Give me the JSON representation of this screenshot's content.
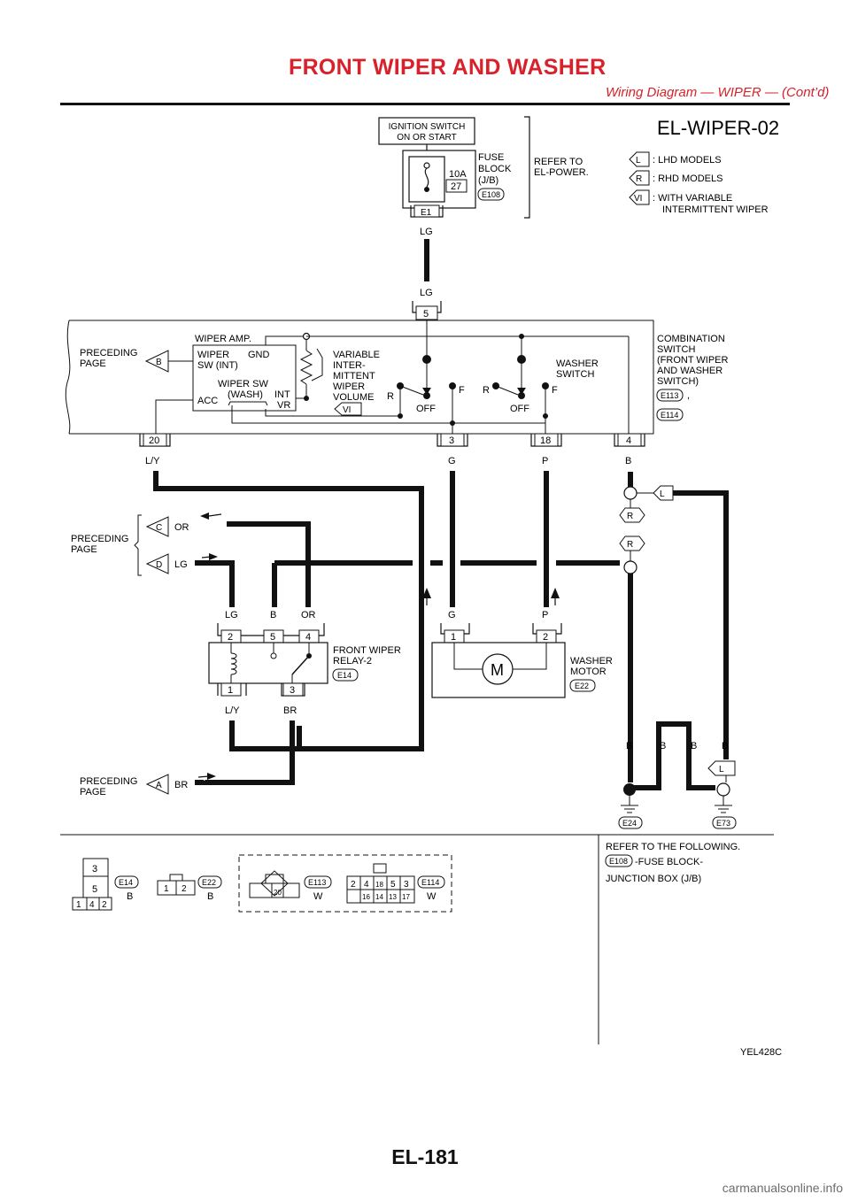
{
  "header": {
    "title": "FRONT WIPER AND WASHER",
    "subtitle": "Wiring Diagram — WIPER — (Cont’d)"
  },
  "page_number": "EL-181",
  "watermark": "carmanualsonline.info",
  "diagram": {
    "code": "EL-WIPER-02",
    "figure_id": "YEL428C",
    "legend": [
      {
        "badge": "L",
        "text": ": LHD MODELS"
      },
      {
        "badge": "R",
        "text": ": RHD MODELS"
      },
      {
        "badge": "VI",
        "text": ": WITH VARIABLE",
        "text2": "INTERMITTENT WIPER"
      }
    ],
    "ignition": {
      "line1": "IGNITION SWITCH",
      "line2": "ON OR START"
    },
    "fuse": {
      "rating": "10A",
      "number": "27",
      "label1": "FUSE",
      "label2": "BLOCK",
      "label3": "(J/B)",
      "conn": "E108",
      "terminal": "E1"
    },
    "refer_power": {
      "line1": "REFER TO",
      "line2": "EL-POWER."
    },
    "combination_switch": {
      "label1": "COMBINATION",
      "label2": "SWITCH",
      "label3": "(FRONT WIPER",
      "label4": "AND WASHER",
      "label5": "SWITCH)",
      "conn1": "E113",
      "conn2": "E114",
      "comma": ",",
      "wiper_amp": "WIPER AMP.",
      "wiper_sw_int1": "WIPER",
      "wiper_sw_int2": "SW (INT)",
      "gnd": "GND",
      "wiper_sw_wash1": "WIPER SW",
      "wiper_sw_wash2": "(WASH)",
      "int": "INT",
      "vr": "VR",
      "acc": "ACC",
      "vr_label1": "VARIABLE",
      "vr_label2": "INTER-",
      "vr_label3": "MITTENT",
      "vr_label4": "WIPER",
      "vr_label5": "VOLUME",
      "vi_badge": "VI",
      "washer_switch1": "WASHER",
      "washer_switch2": "SWITCH",
      "r": "R",
      "off": "OFF",
      "f": "F"
    },
    "terminals": {
      "t5": "5",
      "t20": "20",
      "t3": "3",
      "t18": "18",
      "t4": "4"
    },
    "wires": {
      "lg": "LG",
      "ly": "L/Y",
      "g": "G",
      "p": "P",
      "b": "B",
      "or": "OR",
      "br": "BR"
    },
    "preceding": {
      "line1": "PRECEDING",
      "line2": "PAGE",
      "b": "B",
      "c": "C",
      "d": "D",
      "a": "A"
    },
    "relay": {
      "label1": "FRONT WIPER",
      "label2": "RELAY-2",
      "conn": "E14",
      "t2": "2",
      "t5": "5",
      "t4": "4",
      "t1": "1",
      "t3": "3"
    },
    "washer_motor": {
      "label1": "WASHER",
      "label2": "MOTOR",
      "conn": "E22",
      "m": "M",
      "t1": "1",
      "t2": "2"
    },
    "grounds": {
      "g1": "E24",
      "g2": "E73"
    },
    "badges": {
      "l": "L",
      "r": "R"
    },
    "connectors": {
      "e14": {
        "id": "E14",
        "color": "B",
        "p3": "3",
        "p5": "5",
        "p1": "1",
        "p4": "4",
        "p2": "2"
      },
      "e22": {
        "id": "E22",
        "color": "B",
        "p1": "1",
        "p2": "2"
      },
      "e113": {
        "id": "E113",
        "color": "W",
        "p20": "20"
      },
      "e114": {
        "id": "E114",
        "color": "W",
        "pins_top": [
          "2",
          "4",
          "18",
          "5",
          "3"
        ],
        "pins_bottom": [
          "16",
          "14",
          "13",
          "17"
        ]
      }
    },
    "refer_following": {
      "line1": "REFER TO THE FOLLOWING.",
      "conn": "E108",
      "line2": "-FUSE BLOCK-",
      "line3": "JUNCTION BOX (J/B)"
    }
  }
}
